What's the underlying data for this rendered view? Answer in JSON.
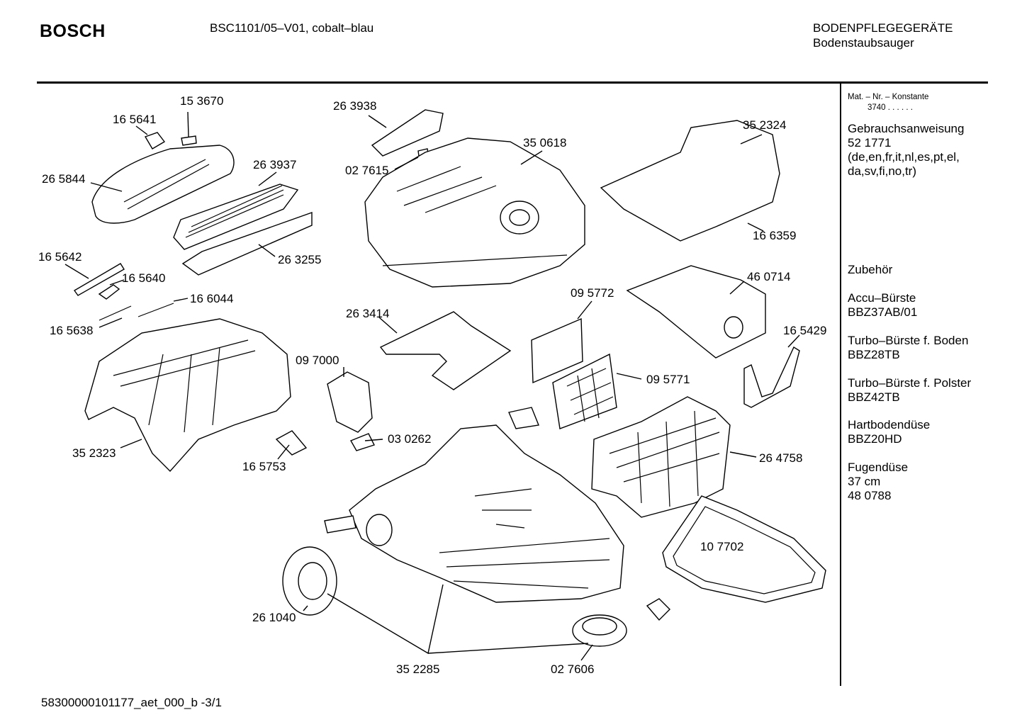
{
  "header": {
    "brand": "BOSCH",
    "model": "BSC1101/05–V01, cobalt–blau",
    "category": "BODENPFLEGEGERÄTE",
    "subcategory": "Bodenstaubsauger"
  },
  "sidebar": {
    "mat_label": "Mat. – Nr. – Konstante",
    "mat_value": "3740  .  .    .  .  .  .",
    "manual_title": "Gebrauchsanweisung",
    "manual_number": "52 1771",
    "manual_langs_1": "(de,en,fr,it,nl,es,pt,el,",
    "manual_langs_2": "da,sv,fi,no,tr)",
    "accessories_title": "Zubehör",
    "accessories": [
      {
        "name": "Accu–Bürste",
        "code": "BBZ37AB/01"
      },
      {
        "name": "Turbo–Bürste f. Boden",
        "code": "BBZ28TB"
      },
      {
        "name": "Turbo–Bürste f. Polster",
        "code": "BBZ42TB"
      },
      {
        "name": "Hartbodendüse",
        "code": "BBZ20HD"
      }
    ],
    "fugen_name": "Fugendüse",
    "fugen_size": "37 cm",
    "fugen_code": "48 0788"
  },
  "parts": [
    "15 3670",
    "16 5641",
    "26 5844",
    "26 3937",
    "26 3255",
    "16 5642",
    "16 5640",
    "16 6044",
    "16 5638",
    "26 3938",
    "02 7615",
    "35 0618",
    "35 2324",
    "16 6359",
    "46 0714",
    "09 5772",
    "26 3414",
    "09 7000",
    "09 5771",
    "16 5429",
    "03 0262",
    "26 4758",
    "35 2323",
    "16 5753",
    "10 7702",
    "26 1040",
    "35 2285",
    "02 7606"
  ],
  "footer": {
    "doc_id": "58300000101177_aet_000_b  -3/1"
  }
}
